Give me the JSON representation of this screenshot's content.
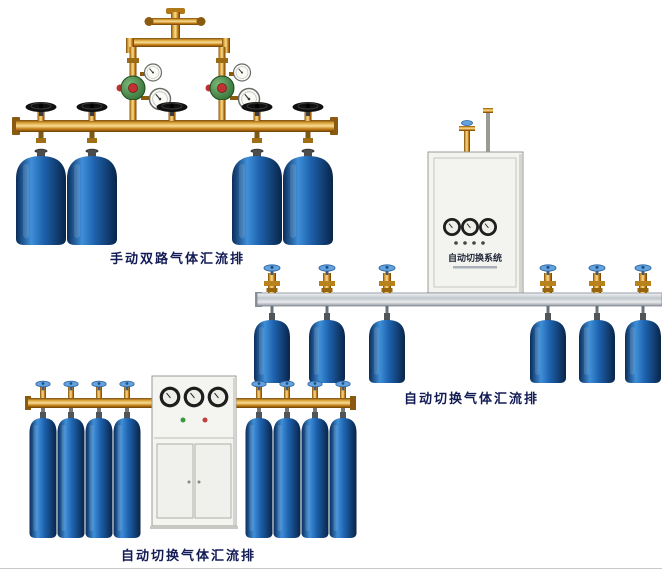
{
  "page": {
    "background_color": "#ffffff",
    "caption_color": "#131b55"
  },
  "products": [
    {
      "id": "manual-dual-line-manifold",
      "caption": "手动双路气体汇流排",
      "cylinder_count": 4,
      "manual_valve_count": 5,
      "regulator_count": 2
    },
    {
      "id": "auto-switch-manifold-wall-cabinet",
      "caption": "自动切换气体汇流排",
      "cabinet_label": "自动切换系统",
      "cylinder_count": 6
    },
    {
      "id": "auto-switch-manifold-floor-cabinet",
      "caption": "自动切换气体汇流排",
      "cylinder_count": 8
    }
  ],
  "colors": {
    "brass_pipe": "#c8891e",
    "cylinder_blue": "#1e62ae",
    "rail_silver": "#c0c6cc",
    "cabinet_body": "#f3f3ef",
    "valve_handle_black": "#141414",
    "valve_handle_blue": "#5ea2de",
    "regulator_green": "#2e6b2e"
  }
}
